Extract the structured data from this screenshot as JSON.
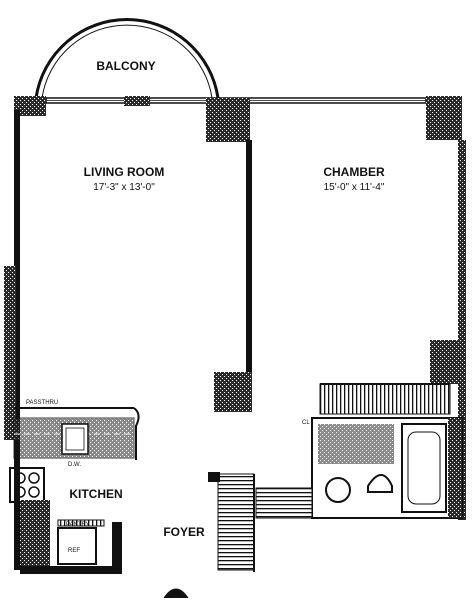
{
  "plan": {
    "rooms": {
      "balcony": {
        "name": "BALCONY"
      },
      "living_room": {
        "name": "LIVING ROOM",
        "dims": "17'-3\" x 13'-0\""
      },
      "chamber": {
        "name": "CHAMBER",
        "dims": "15'-0\" x 11'-4\""
      },
      "kitchen": {
        "name": "KITCHEN"
      },
      "foyer": {
        "name": "FOYER"
      }
    },
    "fixtures": {
      "passthru": "PASSTHRU",
      "dw": "D.W.",
      "ref": "REF",
      "pantry": "PANTRY",
      "closet": "CL"
    }
  }
}
